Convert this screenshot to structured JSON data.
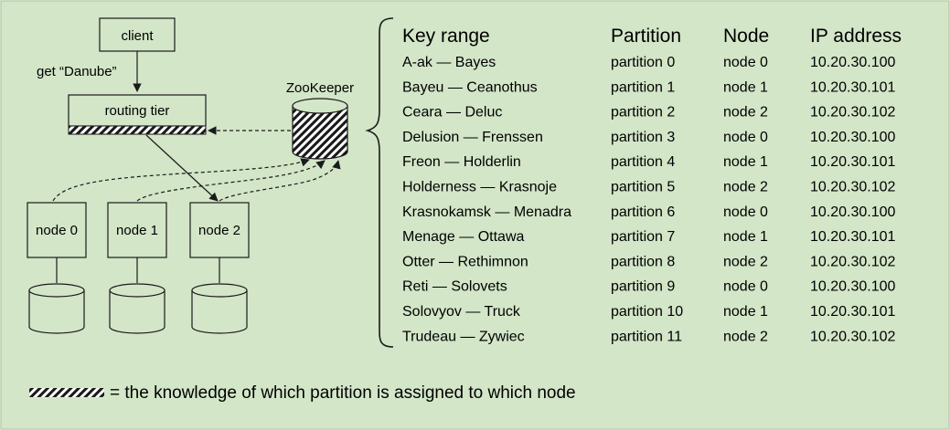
{
  "colors": {
    "background": "#d3e6c8",
    "border": "#b9cfae",
    "stroke": "#1a1a1a",
    "box_fill": "#d3e6c8"
  },
  "diagram": {
    "client_label": "client",
    "request_label": "get “Danube”",
    "routing_tier_label": "routing tier",
    "zookeeper_label": "ZooKeeper",
    "nodes": [
      "node 0",
      "node 1",
      "node 2"
    ]
  },
  "table": {
    "headers": [
      "Key range",
      "Partition",
      "Node",
      "IP address"
    ],
    "rows": [
      [
        "A-ak — Bayes",
        "partition 0",
        "node 0",
        "10.20.30.100"
      ],
      [
        "Bayeu — Ceanothus",
        "partition 1",
        "node 1",
        "10.20.30.101"
      ],
      [
        "Ceara — Deluc",
        "partition 2",
        "node 2",
        "10.20.30.102"
      ],
      [
        "Delusion — Frenssen",
        "partition 3",
        "node 0",
        "10.20.30.100"
      ],
      [
        "Freon — Holderlin",
        "partition 4",
        "node 1",
        "10.20.30.101"
      ],
      [
        "Holderness — Krasnoje",
        "partition 5",
        "node 2",
        "10.20.30.102"
      ],
      [
        "Krasnokamsk — Menadra",
        "partition 6",
        "node 0",
        "10.20.30.100"
      ],
      [
        "Menage — Ottawa",
        "partition 7",
        "node 1",
        "10.20.30.101"
      ],
      [
        "Otter — Rethimnon",
        "partition 8",
        "node 2",
        "10.20.30.102"
      ],
      [
        "Reti — Solovets",
        "partition 9",
        "node 0",
        "10.20.30.100"
      ],
      [
        "Solovyov — Truck",
        "partition 10",
        "node 1",
        "10.20.30.101"
      ],
      [
        "Trudeau — Zywiec",
        "partition 11",
        "node 2",
        "10.20.30.102"
      ]
    ]
  },
  "legend": {
    "text": "= the knowledge of which partition is assigned to which node"
  }
}
